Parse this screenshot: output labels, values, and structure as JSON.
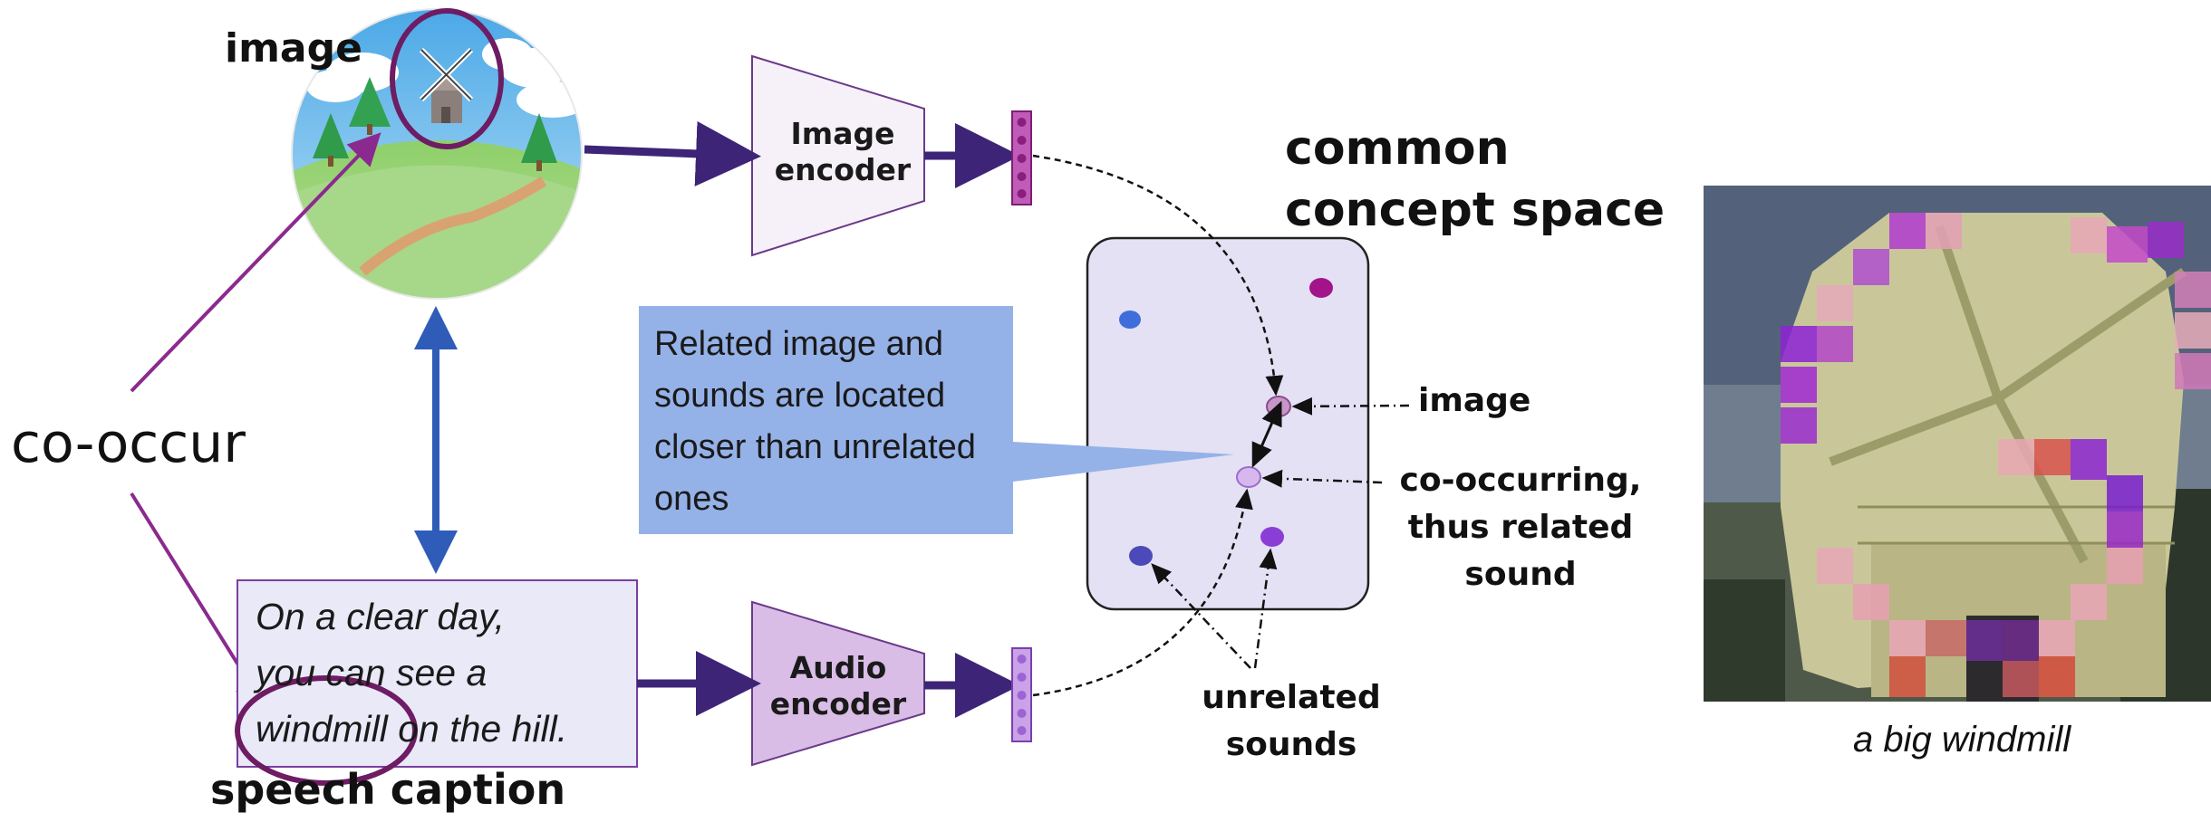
{
  "labels": {
    "image": "image",
    "co_occur": "co-occur",
    "speech_caption": "speech caption",
    "image_encoder": "Image\nencoder",
    "audio_encoder": "Audio\nencoder",
    "concept_space": "common\nconcept space",
    "image_point": "image",
    "related_sound": "co-occurring,\nthus related\nsound",
    "unrelated_sounds": "unrelated\nsounds",
    "heatmap_caption": "a big windmill"
  },
  "callout": {
    "text": "Related image and sounds are located closer than unrelated ones"
  },
  "caption": {
    "text": "On a clear day,\nyou can see a\nwindmill on the hill."
  },
  "colors": {
    "arrow_dark": "#3d2477",
    "arrow_blue": "#2e5cb8",
    "purple_line": "#8b2a8e",
    "ellipse": "#6e1c63",
    "concept_box": "#e3e1f3",
    "callout_fill": "#95b2e8",
    "caption_fill": "#e9e9f7",
    "encoder_image_fill": "#f6f1f8",
    "encoder_audio_fill": "#d9bde6"
  }
}
